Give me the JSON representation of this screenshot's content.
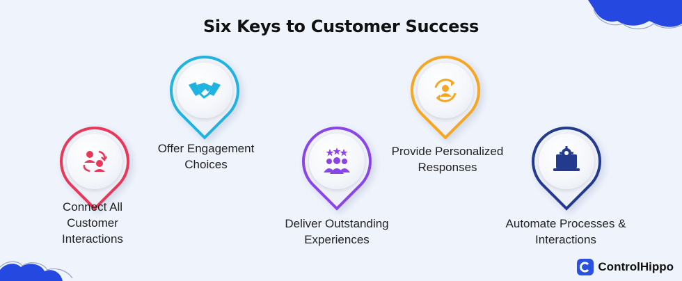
{
  "title": "Six Keys to Customer Success",
  "colors": {
    "background": "#eef3fc",
    "pink": "#e8385a",
    "cyan": "#1fb3e0",
    "purple": "#8a45e6",
    "orange": "#f5a623",
    "navy": "#243a8c",
    "brand": "#2a52e0"
  },
  "keys": [
    {
      "label": "Connect All\nCustomer\nInteractions",
      "icon": "contacts-exchange-icon"
    },
    {
      "label": "Offer Engagement\nChoices",
      "icon": "handshake-icon"
    },
    {
      "label": "Deliver Outstanding\nExperiences",
      "icon": "team-stars-icon"
    },
    {
      "label": "Provide Personalized\nResponses",
      "icon": "user-refresh-icon"
    },
    {
      "label": "Automate Processes &\nInteractions",
      "icon": "laptop-gear-icon"
    }
  ],
  "brand": {
    "name": "ControlHippo",
    "icon": "controlhippo-logo-icon"
  }
}
